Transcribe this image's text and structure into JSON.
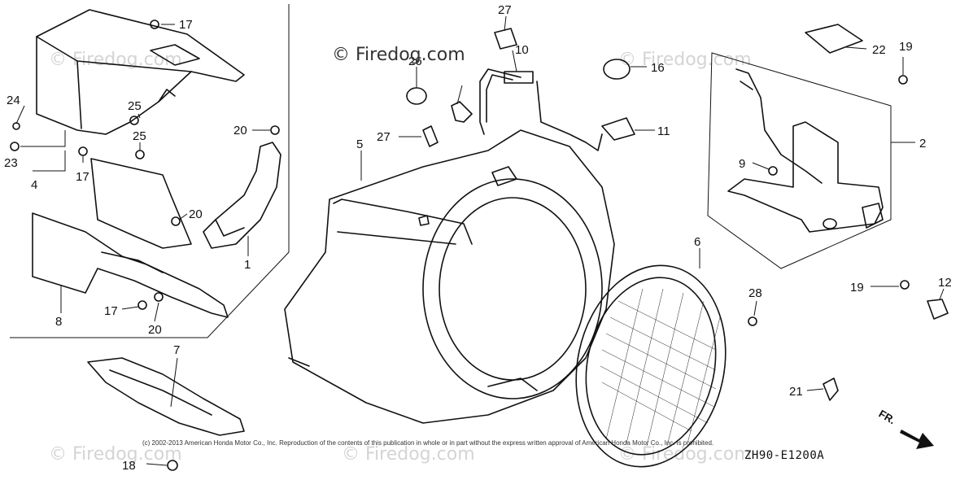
{
  "watermark": "© Firedog.com",
  "copyright": "(c) 2002-2013 American Honda Motor Co., Inc. Reproduction of the contents of this publication in whole or in part without the express written approval of American Honda Motor Co., Inc. is prohibited.",
  "diagram_code": "ZH90-E1200A",
  "direction_label": "FR.",
  "callouts": {
    "c1": "1",
    "c2": "2",
    "c4": "4",
    "c5": "5",
    "c6": "6",
    "c7": "7",
    "c8": "8",
    "c9": "9",
    "c10": "10",
    "c11": "11",
    "c12": "12",
    "c16": "16",
    "c17a": "17",
    "c17b": "17",
    "c17c": "17",
    "c18": "18",
    "c19a": "19",
    "c19b": "19",
    "c20a": "20",
    "c20b": "20",
    "c20c": "20",
    "c21": "21",
    "c22": "22",
    "c23": "23",
    "c24": "24",
    "c25a": "25",
    "c25b": "25",
    "c26": "26",
    "c27a": "27",
    "c27b": "27",
    "c28": "28"
  }
}
